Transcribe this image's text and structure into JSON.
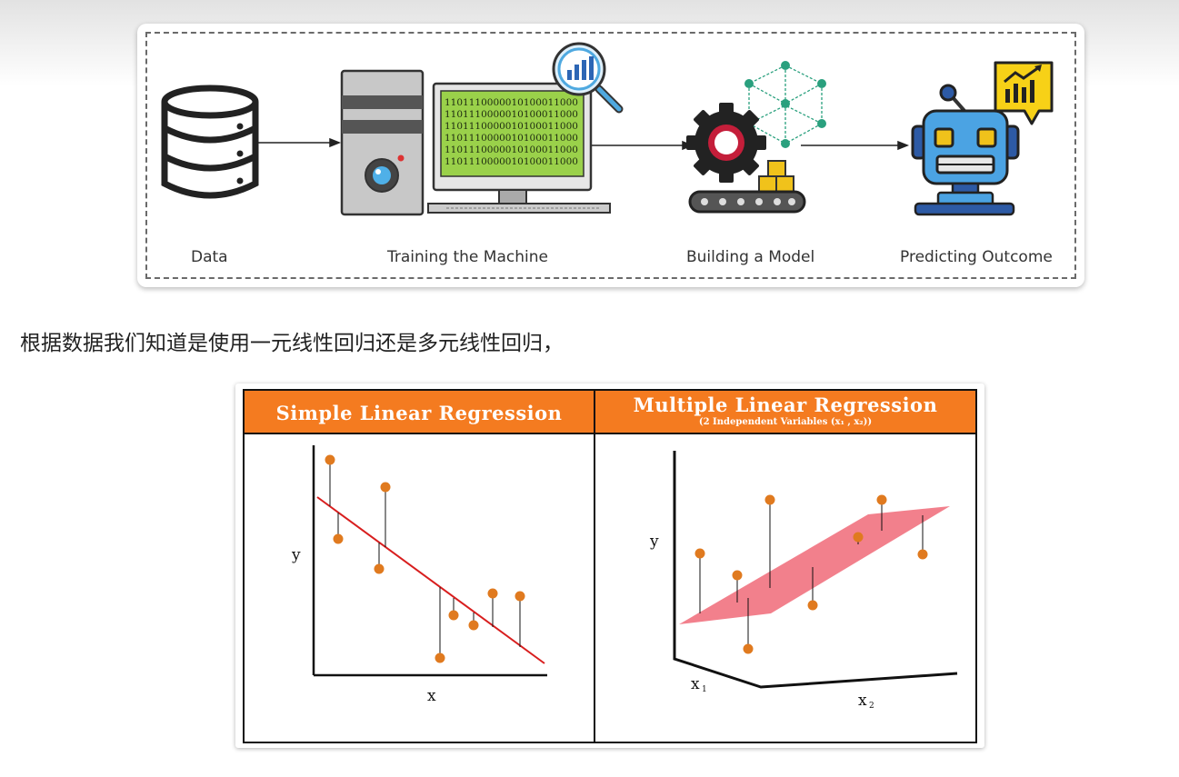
{
  "pipeline": {
    "steps": [
      {
        "label": "Data",
        "icon": "database-icon"
      },
      {
        "label": "Training the Machine",
        "icon": "computer-icon"
      },
      {
        "label": "Building a Model",
        "icon": "gear-model-icon"
      },
      {
        "label": "Predicting Outcome",
        "icon": "robot-icon"
      }
    ],
    "screen_code_lines": [
      "1101110000010100011000",
      "1101110000010100011000",
      "1101110000010100011000",
      "1101110000010100011000",
      "1101110000010100011000",
      "1101110000010100011000"
    ]
  },
  "caption": "根据数据我们知道是使用一元线性回归还是多元线性回归，",
  "regression": {
    "colors": {
      "header": "#f47b20",
      "points": "#e07a1f",
      "line": "#d81e1e",
      "plane": "#f06a78"
    },
    "simple": {
      "title": "Simple Linear Regression",
      "xlabel": "x",
      "ylabel": "y"
    },
    "multiple": {
      "title": "Multiple Linear Regression",
      "subtitle": "(2 Independent Variables (x₁ , x₂))",
      "x1label": "x",
      "x1sub": "1",
      "x2label": "x",
      "x2sub": "2",
      "ylabel": "y"
    }
  }
}
